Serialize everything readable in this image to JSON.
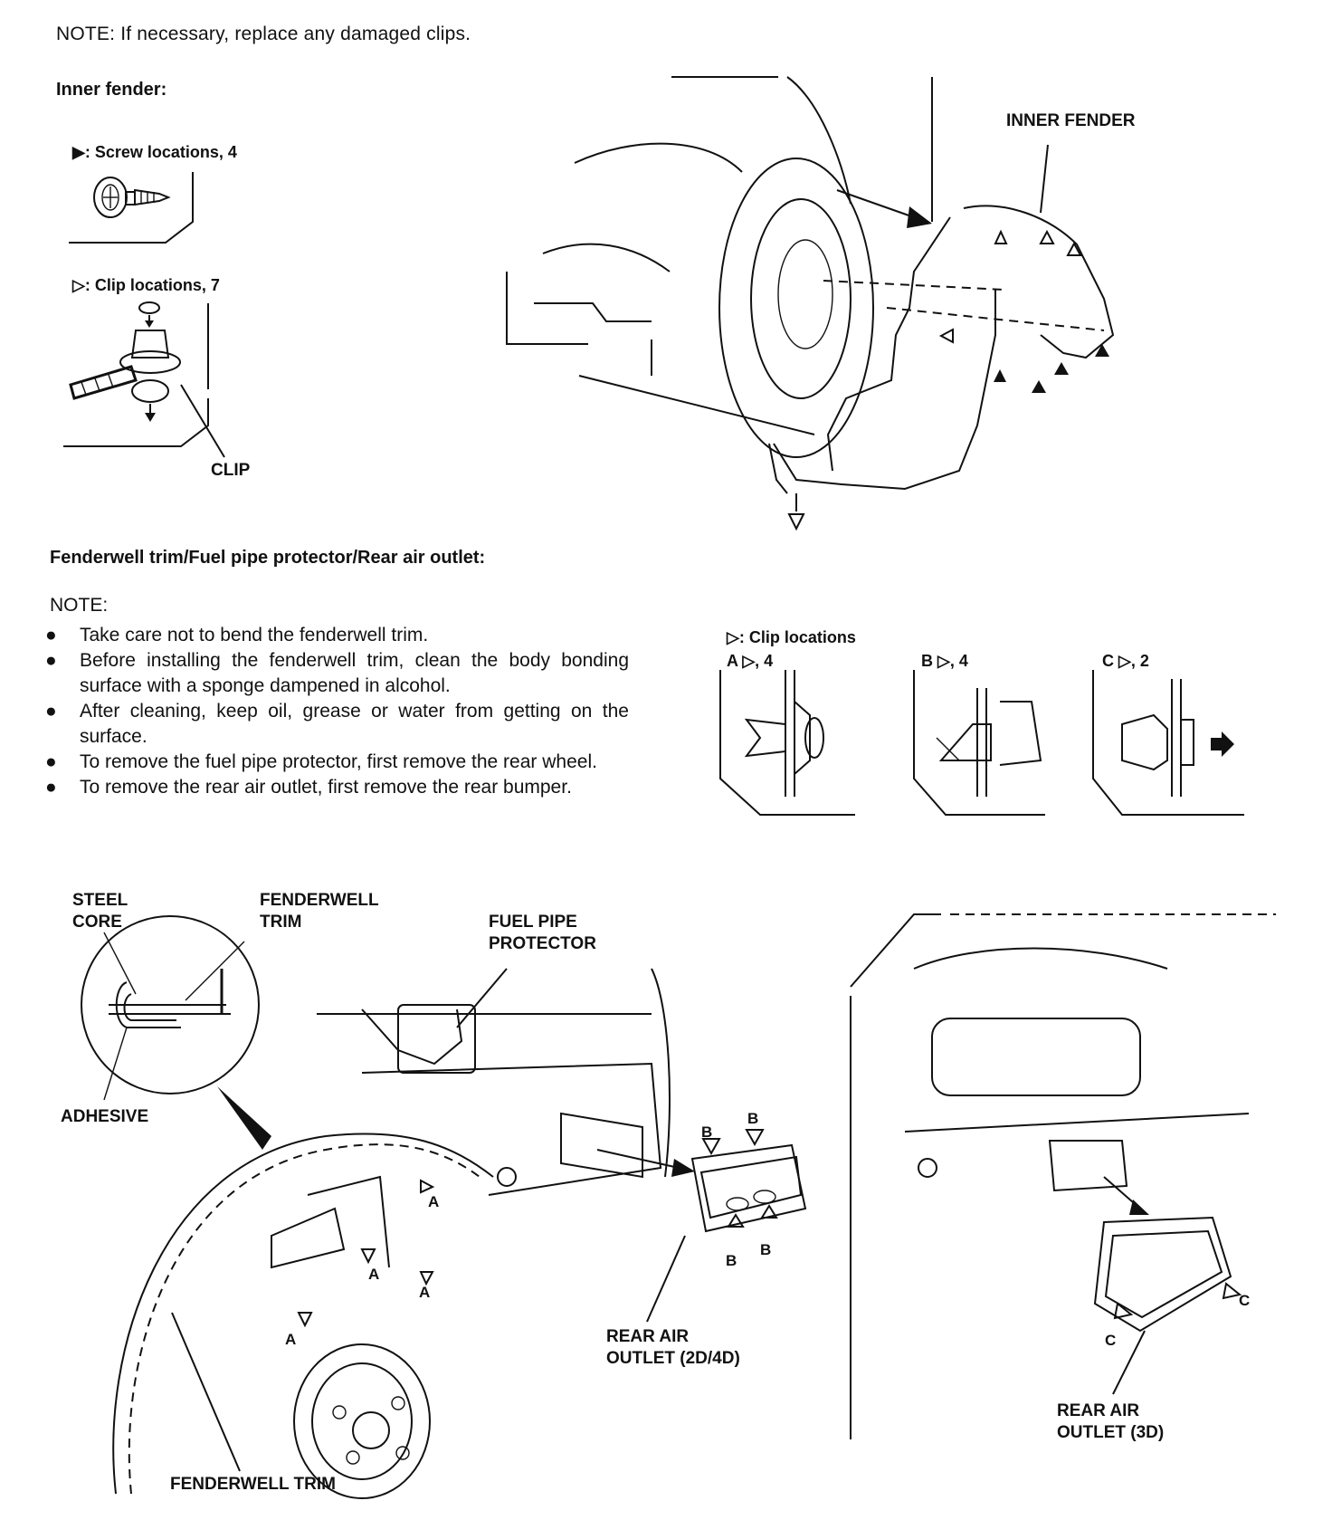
{
  "note_top": "NOTE:  If necessary, replace any damaged clips.",
  "inner_fender": {
    "heading": "Inner fender:",
    "screw_legend": "▶: Screw locations, 4",
    "clip_legend": "▷: Clip locations, 7",
    "clip_label": "CLIP",
    "inner_fender_label": "INNER FENDER"
  },
  "fenderwell": {
    "heading": "Fenderwell trim/Fuel pipe protector/Rear air outlet:",
    "note_label": "NOTE:",
    "notes": [
      "Take care not to bend the fenderwell trim.",
      "Before installing the fenderwell trim, clean the body bonding surface with a sponge dampened in alcohol.",
      "After cleaning, keep oil, grease or water from getting on the surface.",
      "To remove the fuel pipe protector, first remove the rear wheel.",
      "To remove the rear air outlet, first remove the rear bumper."
    ],
    "bullet": "●",
    "clip_types": {
      "legend": "▷: Clip locations",
      "a": "A ▷, 4",
      "b": "B ▷, 4",
      "c": "C ▷, 2"
    },
    "labels": {
      "steel_core_1": "STEEL",
      "steel_core_2": "CORE",
      "fenderwell_trim_1": "FENDERWELL",
      "fenderwell_trim_2": "TRIM",
      "adhesive": "ADHESIVE",
      "fuel_pipe_1": "FUEL PIPE",
      "fuel_pipe_2": "PROTECTOR",
      "rear_air_outlet_2d4d_1": "REAR AIR",
      "rear_air_outlet_2d4d_2": "OUTLET (2D/4D)",
      "fenderwell_trim_bottom": "FENDERWELL TRIM",
      "rear_air_outlet_3d_1": "REAR AIR",
      "rear_air_outlet_3d_2": "OUTLET (3D)"
    },
    "markers": {
      "a": "A",
      "b": "B",
      "c": "C"
    }
  }
}
